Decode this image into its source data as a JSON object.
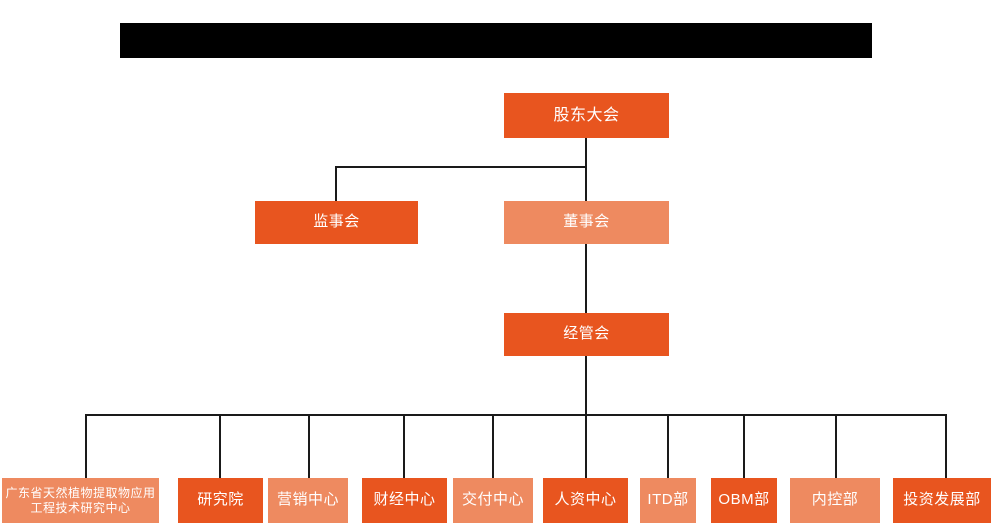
{
  "page": {
    "title_bar": {
      "name": "redacted-title-bar",
      "text": "",
      "color": "#000000"
    },
    "background": "#ffffff",
    "palette": {
      "dark_orange": "#e8551f",
      "light_orange": "#ee8a60",
      "connector": "#1a1a1a",
      "node_text": "#ffffff"
    }
  },
  "chart_data": {
    "type": "diagram",
    "diagram_kind": "organization-chart",
    "title": "",
    "levels": [
      {
        "level": 1,
        "nodes": [
          {
            "id": "shareholders",
            "label": "股东大会",
            "tone": "dark_orange"
          }
        ]
      },
      {
        "level": 2,
        "nodes": [
          {
            "id": "supervisors",
            "label": "监事会",
            "tone": "dark_orange"
          },
          {
            "id": "directors",
            "label": "董事会",
            "tone": "light_orange"
          }
        ]
      },
      {
        "level": 3,
        "nodes": [
          {
            "id": "management",
            "label": "经管会",
            "tone": "dark_orange"
          }
        ]
      },
      {
        "level": 4,
        "nodes": [
          {
            "id": "research-center",
            "label": "广东省天然植物提取物应用工程技术研究中心",
            "tone": "light_orange"
          },
          {
            "id": "institute",
            "label": "研究院",
            "tone": "dark_orange"
          },
          {
            "id": "marketing-center",
            "label": "营销中心",
            "tone": "light_orange"
          },
          {
            "id": "finance-center",
            "label": "财经中心",
            "tone": "dark_orange"
          },
          {
            "id": "delivery-center",
            "label": "交付中心",
            "tone": "light_orange"
          },
          {
            "id": "hr-center",
            "label": "人资中心",
            "tone": "dark_orange"
          },
          {
            "id": "itd-dept",
            "label": "ITD部",
            "tone": "light_orange"
          },
          {
            "id": "obm-dept",
            "label": "OBM部",
            "tone": "dark_orange"
          },
          {
            "id": "internal-control-dept",
            "label": "内控部",
            "tone": "light_orange"
          },
          {
            "id": "investment-dev-dept",
            "label": "投资发展部",
            "tone": "dark_orange"
          }
        ]
      }
    ],
    "edges": [
      {
        "from": "shareholders",
        "to": "supervisors"
      },
      {
        "from": "shareholders",
        "to": "directors"
      },
      {
        "from": "directors",
        "to": "management"
      },
      {
        "from": "management",
        "to": "research-center"
      },
      {
        "from": "management",
        "to": "institute"
      },
      {
        "from": "management",
        "to": "marketing-center"
      },
      {
        "from": "management",
        "to": "finance-center"
      },
      {
        "from": "management",
        "to": "delivery-center"
      },
      {
        "from": "management",
        "to": "hr-center"
      },
      {
        "from": "management",
        "to": "itd-dept"
      },
      {
        "from": "management",
        "to": "obm-dept"
      },
      {
        "from": "management",
        "to": "internal-control-dept"
      },
      {
        "from": "management",
        "to": "investment-dev-dept"
      }
    ]
  }
}
